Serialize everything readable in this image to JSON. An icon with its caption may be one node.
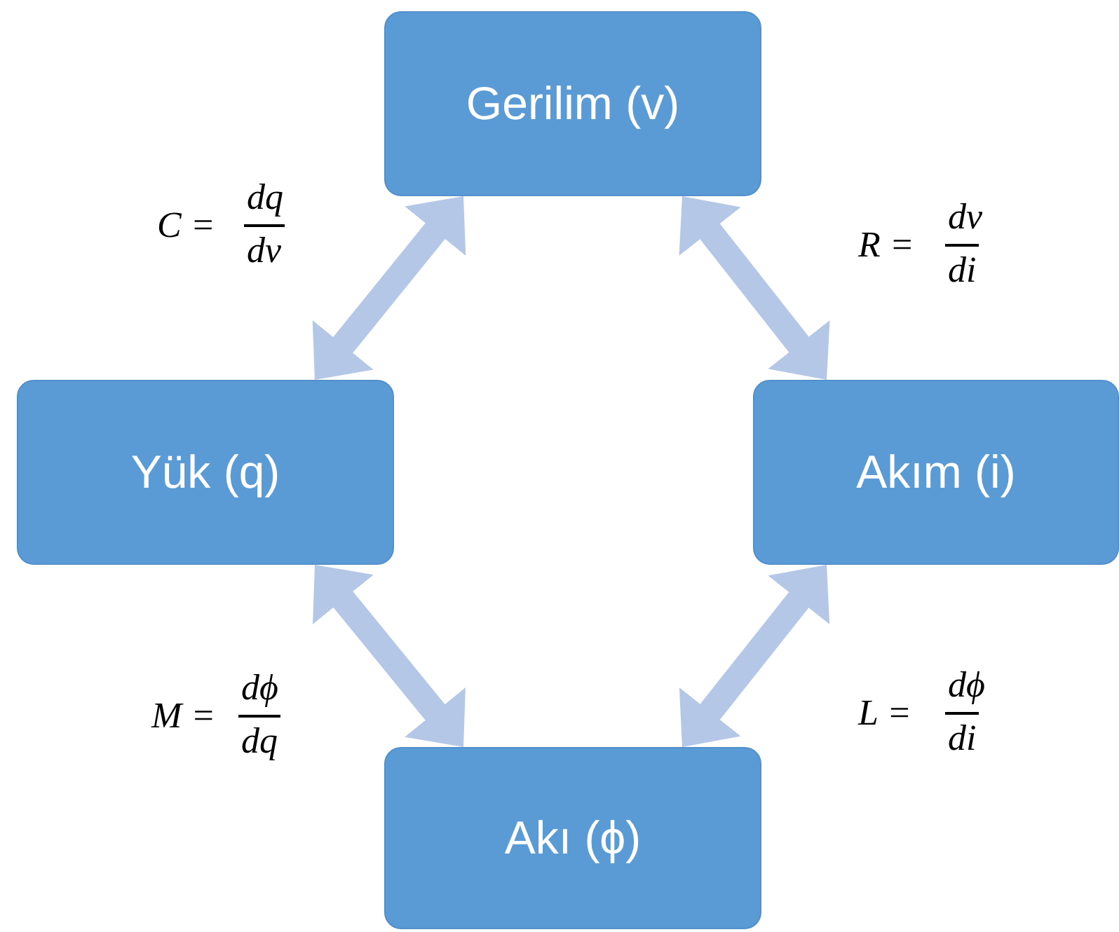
{
  "diagram": {
    "nodes": [
      {
        "text": [
          "Gerilim (v)"
        ]
      },
      {
        "text": [
          "Yük (q)"
        ]
      },
      {
        "text": [
          "Akım (i)"
        ]
      },
      {
        "text": [
          "Akı (ϕ)"
        ]
      }
    ],
    "edges": [
      {
        "from": 0,
        "to": 1,
        "arrow": "both"
      },
      {
        "from": 0,
        "to": 2,
        "arrow": "both"
      },
      {
        "from": 1,
        "to": 3,
        "arrow": "both"
      },
      {
        "from": 2,
        "to": 3,
        "arrow": "both"
      }
    ],
    "labels": [
      "C =",
      "dq",
      "dv",
      "R =",
      "dv",
      "di",
      "M =",
      "dϕ",
      "dq",
      "L =",
      "dϕ",
      "di"
    ]
  }
}
